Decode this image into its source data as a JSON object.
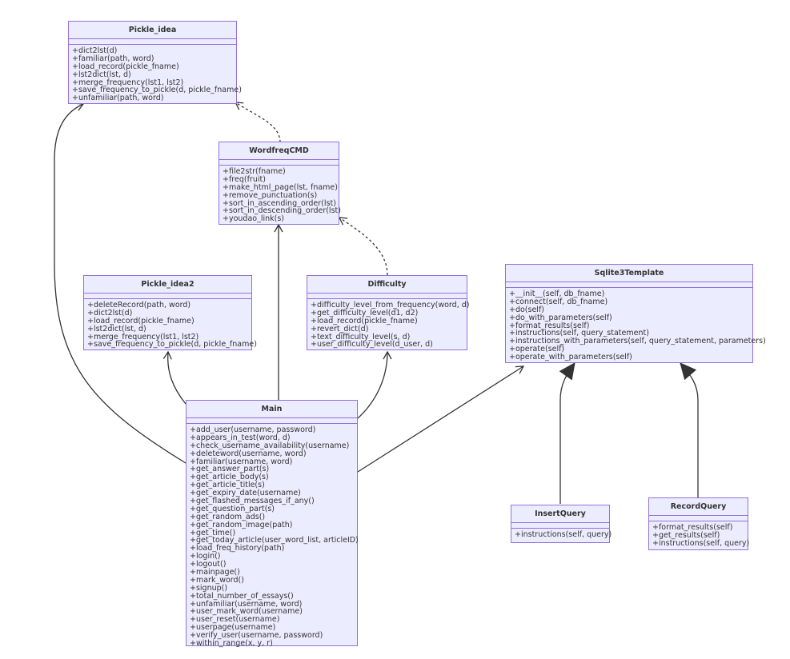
{
  "classes": {
    "pickle_idea": {
      "name": "Pickle_idea",
      "methods": [
        "+dict2lst(d)",
        "+familiar(path, word)",
        "+load_record(pickle_fname)",
        "+lst2dict(lst, d)",
        "+merge_frequency(lst1, lst2)",
        "+save_frequency_to_pickle(d, pickle_fname)",
        "+unfamiliar(path, word)"
      ]
    },
    "wordfreqcmd": {
      "name": "WordfreqCMD",
      "methods": [
        "+file2str(fname)",
        "+freq(fruit)",
        "+make_html_page(lst, fname)",
        "+remove_punctuation(s)",
        "+sort_in_ascending_order(lst)",
        "+sort_in_descending_order(lst)",
        "+youdao_link(s)"
      ]
    },
    "pickle_idea2": {
      "name": "Pickle_idea2",
      "methods": [
        "+deleteRecord(path, word)",
        "+dict2lst(d)",
        "+load_record(pickle_fname)",
        "+lst2dict(lst, d)",
        "+merge_frequency(lst1, lst2)",
        "+save_frequency_to_pickle(d, pickle_fname)"
      ]
    },
    "difficulty": {
      "name": "Difficulty",
      "methods": [
        "+difficulty_level_from_frequency(word, d)",
        "+get_difficulty_level(d1, d2)",
        "+load_record(pickle_fname)",
        "+revert_dict(d)",
        "+text_difficulty_level(s, d)",
        "+user_difficulty_level(d_user, d)"
      ]
    },
    "sqlite3template": {
      "name": "Sqlite3Template",
      "methods": [
        "+__init__(self, db_fname)",
        "+connect(self, db_fname)",
        "+do(self)",
        "+do_with_parameters(self)",
        "+format_results(self)",
        "+instructions(self, query_statement)",
        "+instructions_with_parameters(self, query_statement, parameters)",
        "+operate(self)",
        "+operate_with_parameters(self)"
      ]
    },
    "main": {
      "name": "Main",
      "methods": [
        "+add_user(username, password)",
        "+appears_in_test(word, d)",
        "+check_username_availability(username)",
        "+deleteword(username, word)",
        "+familiar(username, word)",
        "+get_answer_part(s)",
        "+get_article_body(s)",
        "+get_article_title(s)",
        "+get_expiry_date(username)",
        "+get_flashed_messages_if_any()",
        "+get_question_part(s)",
        "+get_random_ads()",
        "+get_random_image(path)",
        "+get_time()",
        "+get_today_article(user_word_list, articleID)",
        "+load_freq_history(path)",
        "+login()",
        "+logout()",
        "+mainpage()",
        "+mark_word()",
        "+signup()",
        "+total_number_of_essays()",
        "+unfamiliar(username, word)",
        "+user_mark_word(username)",
        "+user_reset(username)",
        "+userpage(username)",
        "+verify_user(username, password)",
        "+within_range(x, y, r)"
      ]
    },
    "insertquery": {
      "name": "InsertQuery",
      "methods": [
        "+instructions(self, query)"
      ]
    },
    "recordquery": {
      "name": "RecordQuery",
      "methods": [
        "+format_results(self)",
        "+get_results(self)",
        "+instructions(self, query)"
      ]
    }
  },
  "relations": [
    {
      "from": "main",
      "to": "pickle_idea",
      "type": "association"
    },
    {
      "from": "main",
      "to": "pickle_idea2",
      "type": "association"
    },
    {
      "from": "main",
      "to": "wordfreqcmd",
      "type": "association"
    },
    {
      "from": "main",
      "to": "difficulty",
      "type": "association"
    },
    {
      "from": "main",
      "to": "sqlite3template",
      "type": "association"
    },
    {
      "from": "wordfreqcmd",
      "to": "pickle_idea",
      "type": "dependency"
    },
    {
      "from": "difficulty",
      "to": "wordfreqcmd",
      "type": "dependency"
    },
    {
      "from": "insertquery",
      "to": "sqlite3template",
      "type": "inheritance"
    },
    {
      "from": "recordquery",
      "to": "sqlite3template",
      "type": "inheritance"
    }
  ],
  "colors": {
    "box_fill": "#ECECFF",
    "box_border": "#9370DB",
    "line": "#333333",
    "text": "#333333"
  }
}
